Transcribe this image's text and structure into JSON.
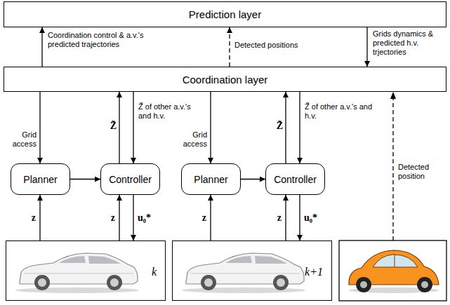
{
  "diagram": {
    "nodes": [
      {
        "text": [
          "Prediction layer"
        ]
      },
      {
        "text": [
          "Coordination layer"
        ]
      },
      {
        "text": [
          "Planner"
        ]
      },
      {
        "text": [
          "Controller"
        ]
      },
      {
        "text": [
          "Planner"
        ]
      },
      {
        "text": [
          "Controller"
        ]
      },
      {
        "text": [
          "k"
        ]
      },
      {
        "text": [
          "k+1"
        ]
      }
    ],
    "edges": [
      {
        "from": 1,
        "to": 0,
        "arrow": "to",
        "label": "Coordination control & a.v.'s predicted trajectories"
      },
      {
        "from": 1,
        "to": 0,
        "arrow": "to",
        "label": "Detected positions"
      },
      {
        "from": 0,
        "to": 1,
        "arrow": "to",
        "label": "Grids dynamics & predicted h.v. trjectories"
      },
      {
        "from": 1,
        "to": 2,
        "arrow": "to",
        "label": "Grid access"
      },
      {
        "from": 3,
        "to": 1,
        "arrow": "to",
        "label": "Z̃"
      },
      {
        "from": 1,
        "to": 3,
        "arrow": "to",
        "label": "Z̃ of other a.v.'s and h.v."
      },
      {
        "from": 2,
        "to": 3,
        "arrow": "to"
      },
      {
        "from": 6,
        "to": 2,
        "arrow": "to",
        "label": "z"
      },
      {
        "from": 6,
        "to": 3,
        "arrow": "to",
        "label": "z"
      },
      {
        "from": 3,
        "to": 6,
        "arrow": "to",
        "label": "u₀*"
      },
      {
        "from": 1,
        "to": 4,
        "arrow": "to",
        "label": "Grid access"
      },
      {
        "from": 5,
        "to": 1,
        "arrow": "to",
        "label": "Z̃"
      },
      {
        "from": 1,
        "to": 5,
        "arrow": "to",
        "label": "Z̃ of other a.v.'s and h.v."
      },
      {
        "from": 4,
        "to": 5,
        "arrow": "to"
      },
      {
        "from": 7,
        "to": 4,
        "arrow": "to",
        "label": "z"
      },
      {
        "from": 7,
        "to": 5,
        "arrow": "to",
        "label": "z"
      },
      {
        "from": 5,
        "to": 7,
        "arrow": "to",
        "label": "u₀*"
      }
    ],
    "labels": [
      "Detected position"
    ]
  }
}
